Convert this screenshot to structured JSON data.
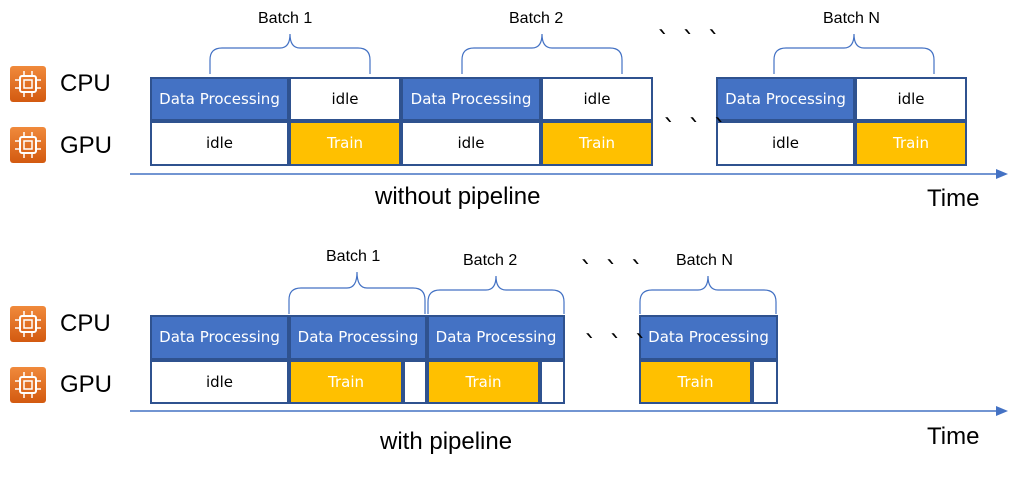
{
  "resources": {
    "cpu": "CPU",
    "gpu": "GPU"
  },
  "cpu_icon": "cpu-chip-icon",
  "gpu_icon": "gpu-chip-icon",
  "time_label": "Time",
  "ellipsis": "` ` `",
  "colors": {
    "processing": "#4472C4",
    "train": "#FFC000",
    "idle": "#FFFFFF",
    "border": "#2F528F",
    "axis": "#4472C4",
    "chip": "#E06B1F"
  },
  "without": {
    "caption": "without pipeline",
    "batches": [
      "Batch 1",
      "Batch 2",
      "Batch N"
    ],
    "cpu_row": [
      "Data Processing",
      "idle",
      "Data Processing",
      "idle",
      "Data Processing",
      "idle"
    ],
    "gpu_row": [
      "idle",
      "Train",
      "idle",
      "Train",
      "idle",
      "Train"
    ]
  },
  "with": {
    "caption": "with pipeline",
    "batches": [
      "Batch 1",
      "Batch 2",
      "Batch N"
    ],
    "cpu_row": [
      "Data Processing",
      "Data Processing",
      "Data Processing",
      "Data Processing"
    ],
    "gpu_row": [
      "idle",
      "Train",
      "Train",
      "Train"
    ]
  }
}
